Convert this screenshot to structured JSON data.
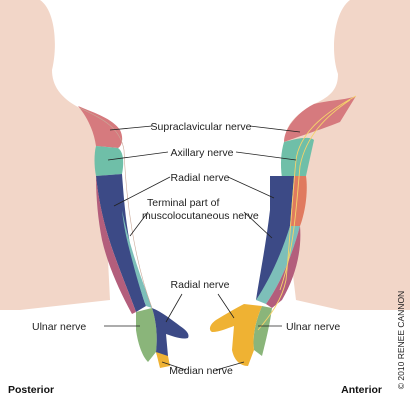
{
  "labels": {
    "supraclavicular": "Supraclavicular nerve",
    "axillary": "Axillary nerve",
    "radial_upper": "Radial nerve",
    "terminal_line1": "Terminal part of",
    "terminal_line2": "muscolocutaneous nerve",
    "radial_lower": "Radial nerve",
    "ulnar_left": "Ulnar nerve",
    "ulnar_right": "Ulnar nerve",
    "median": "Median nerve"
  },
  "views": {
    "posterior": "Posterior",
    "anterior": "Anterior"
  },
  "copyright": "© 2010 RENEE CANNON",
  "colors": {
    "skin": "#f2d6c8",
    "supraclavicular": "#d67a7e",
    "axillary": "#6fbfa8",
    "radial": "#3c4a86",
    "musculocutaneous": "#7dbfb9",
    "medial_cutaneous": "#b35e7c",
    "ulnar": "#8ab57a",
    "median": "#efb233",
    "anterior_lateral": "#e07a5f"
  }
}
